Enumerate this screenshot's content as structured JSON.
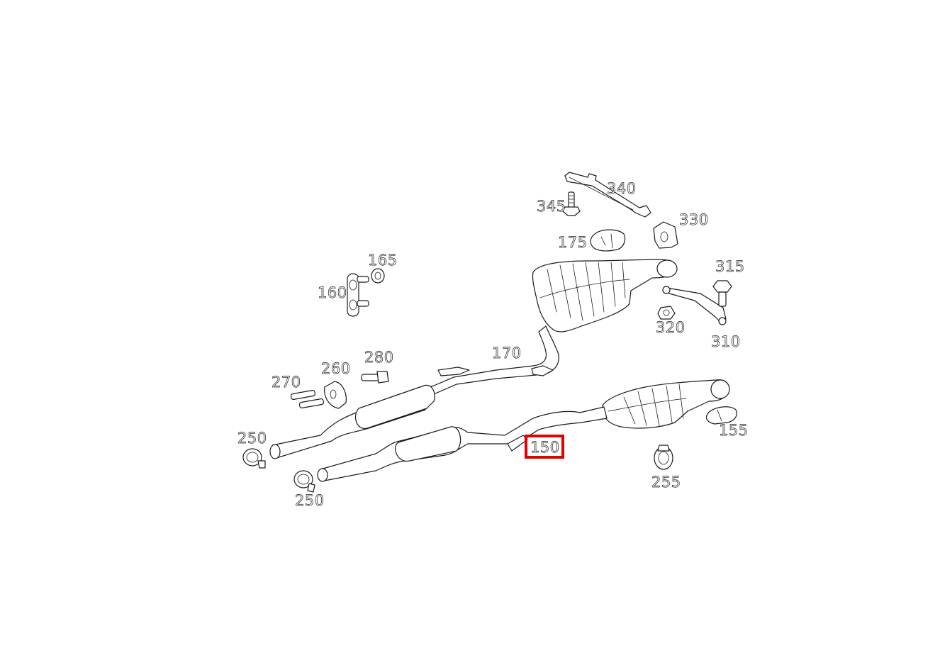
{
  "callouts": [
    {
      "id": "c150",
      "label": "150",
      "highlighted": true
    },
    {
      "id": "c155",
      "label": "155",
      "highlighted": false
    },
    {
      "id": "c160",
      "label": "160",
      "highlighted": false
    },
    {
      "id": "c165",
      "label": "165",
      "highlighted": false
    },
    {
      "id": "c170",
      "label": "170",
      "highlighted": false
    },
    {
      "id": "c175",
      "label": "175",
      "highlighted": false
    },
    {
      "id": "c250a",
      "label": "250",
      "highlighted": false
    },
    {
      "id": "c250b",
      "label": "250",
      "highlighted": false
    },
    {
      "id": "c255",
      "label": "255",
      "highlighted": false
    },
    {
      "id": "c260",
      "label": "260",
      "highlighted": false
    },
    {
      "id": "c270",
      "label": "270",
      "highlighted": false
    },
    {
      "id": "c280",
      "label": "280",
      "highlighted": false
    },
    {
      "id": "c310",
      "label": "310",
      "highlighted": false
    },
    {
      "id": "c315",
      "label": "315",
      "highlighted": false
    },
    {
      "id": "c320",
      "label": "320",
      "highlighted": false
    },
    {
      "id": "c330",
      "label": "330",
      "highlighted": false
    },
    {
      "id": "c340",
      "label": "340",
      "highlighted": false
    },
    {
      "id": "c345",
      "label": "345",
      "highlighted": false
    }
  ],
  "colors": {
    "highlight": "#e00000",
    "line": "#1a1a1a",
    "background": "#ffffff"
  }
}
